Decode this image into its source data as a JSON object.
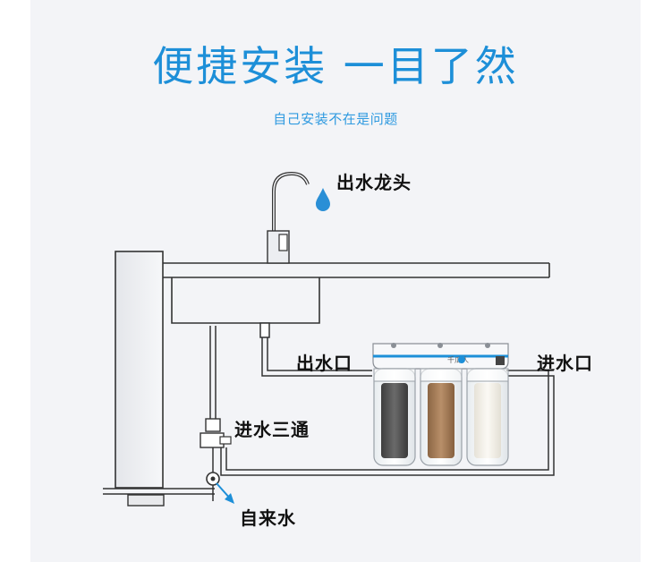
{
  "header": {
    "title": "便捷安装 一目了然",
    "subtitle": "自己安装不在是问题"
  },
  "labels": {
    "faucet": "出水龙头",
    "outlet": "出水口",
    "inlet": "进水口",
    "tee": "进水三通",
    "tap_water": "自来水"
  },
  "filter": {
    "brand": "千瓜人",
    "cartridge_colors": [
      "#5a5a5a",
      "#a9825f",
      "#f2efe8"
    ]
  },
  "colors": {
    "accent": "#1d8fd8",
    "drop": "#2a8fd6",
    "line": "#333333"
  },
  "icons": {
    "drop": "water-drop-icon",
    "arrow": "arrow-icon"
  }
}
